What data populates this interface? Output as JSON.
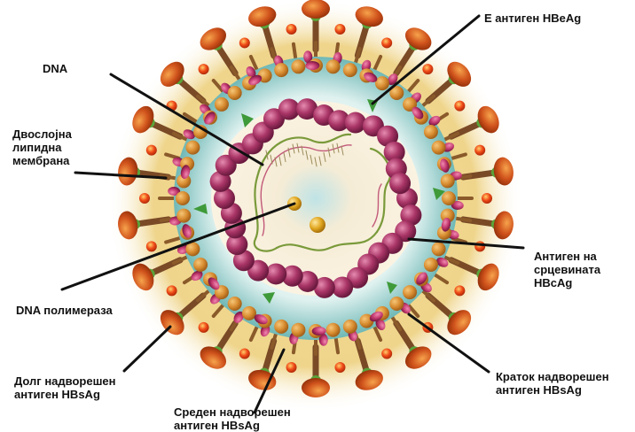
{
  "labels": {
    "dna": "DNA",
    "e_antigen": "Е антиген HBeAg",
    "lipid_l1": "Двослојна",
    "lipid_l2": "липидна",
    "lipid_l3": "мембрана",
    "core_l1": "Антиген на",
    "core_l2": "срцевината",
    "core_l3": "HBcAg",
    "polymerase": "DNA полимераза",
    "long_l1": "Долг надворешен",
    "long_l2": "антиген HBsAg",
    "short_l1": "Краток надворешен",
    "short_l2": "антиген HBsAg",
    "middle_l1": "Среден надворешен",
    "middle_l2": "антиген HBsAg"
  },
  "colors": {
    "outer_glow": "#efd58c",
    "envelope_teal": "#8cc8c4",
    "capsid_bead": "#9a2d5a",
    "membrane_bead": "#d88c30",
    "protein_magenta": "#c2386e",
    "spike_stalk": "#7a4a26",
    "spike_head": "#d0531c",
    "spike_neck": "#5aa33a",
    "e_antigen_green": "#3f9a3a",
    "dna_strand": "#7a9a3a",
    "polymerase_gold": "#e0a620",
    "leader_line": "#111111"
  },
  "icons": [
    "virion-illustration",
    "dna-helix",
    "polymerase-sphere",
    "surface-spike",
    "e-antigen-particle"
  ]
}
